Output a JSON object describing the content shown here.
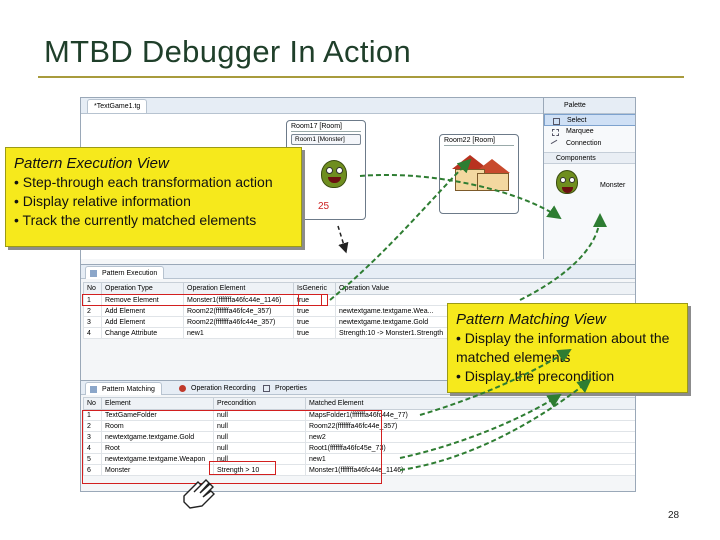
{
  "slide": {
    "title": "MTBD Debugger In Action",
    "page_number": "28"
  },
  "editor": {
    "tab_label": "*TextGame1.tg",
    "room_node_a": "Room17 [Room]",
    "room_node_a_inner": "Room1 [Monster]",
    "room_node_b": "Room22 [Room]",
    "strength_badge": "25"
  },
  "palette": {
    "header": "Palette",
    "items": [
      "Select",
      "Marquee",
      "Connection"
    ],
    "drawer": "Components",
    "monster_label": "Monster"
  },
  "pattern_execution_view": {
    "tab_label": "Pattern Execution",
    "columns": [
      "No",
      "Operation Type",
      "Operation Element",
      "IsGeneric",
      "Operation Value"
    ],
    "rows": [
      [
        "1",
        "Remove Element",
        "Monster1(fffffffa46fc44e_1146)",
        "true",
        ""
      ],
      [
        "2",
        "Add Element",
        "Room22(fffffffa46fc4e_357)",
        "true",
        "newtextgame.textgame.Wea..."
      ],
      [
        "3",
        "Add Element",
        "Room22(fffffffa46fc44e_357)",
        "true",
        "newtextgame.textgame.Gold"
      ],
      [
        "4",
        "Change Attribute",
        "new1",
        "true",
        "Strength:10 -> Monster1.Strength"
      ]
    ]
  },
  "pattern_matching_view": {
    "tabs": [
      "Pattern Matching",
      "Operation Recording",
      "Properties"
    ],
    "columns": [
      "No",
      "Element",
      "Precondition",
      "Matched Element"
    ],
    "rows": [
      [
        "1",
        "TextGameFolder",
        "null",
        "MapsFolder1(fffffffa46fc44e_77)"
      ],
      [
        "2",
        "Room",
        "null",
        "Room22(fffffffa46fc44e_357)"
      ],
      [
        "3",
        "newtextgame.textgame.Gold",
        "null",
        "new2"
      ],
      [
        "4",
        "Root",
        "null",
        "Root1(fffffffa46fc45e_73)"
      ],
      [
        "5",
        "newtextgame.textgame.Weapon",
        "null",
        "new1"
      ],
      [
        "6",
        "Monster",
        "Strength > 10",
        "Monster1(fffffffa46fc44e_1146)"
      ]
    ]
  },
  "callouts": {
    "execution": {
      "title": "Pattern Execution View",
      "bullets": [
        "• Step-through each transformation action",
        "• Display relative information",
        "• Track the currently matched elements"
      ]
    },
    "matching": {
      "title": "Pattern Matching View",
      "bullets": [
        "• Display the information about the matched elements",
        "• Display the precondition"
      ]
    }
  },
  "colors": {
    "callout_fill": "#f6e91c",
    "highlight_red": "#d21f1f",
    "arrow_green": "#2e7d32",
    "title_rule": "#a89b3c"
  }
}
